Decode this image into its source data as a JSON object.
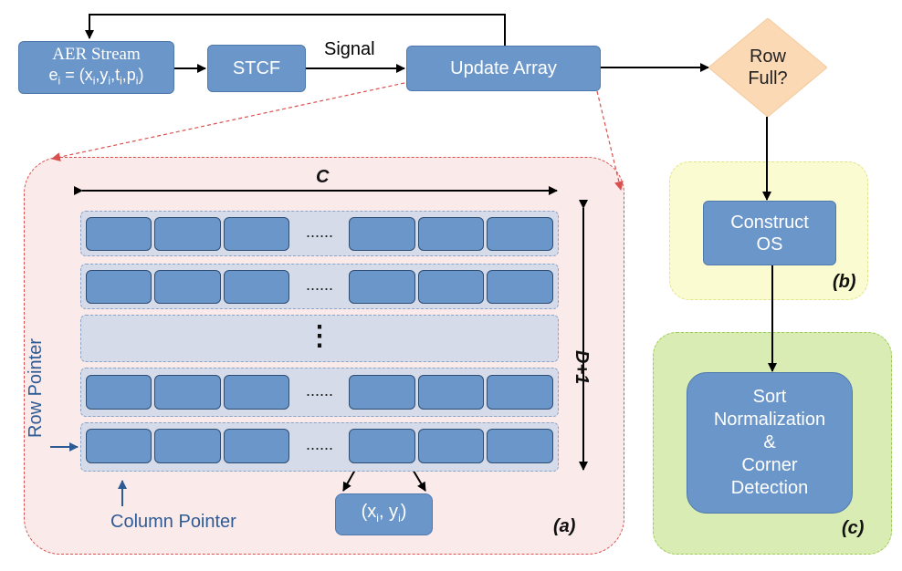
{
  "nodes": {
    "aer_title": "AER Stream",
    "aer_formula_prefix": "e",
    "aer_formula_sub": "i",
    "aer_formula_mid": " = (x",
    "aer_x_sub": "i",
    "aer_y": ",y",
    "aer_y_sub": "i",
    "aer_t": ",t",
    "aer_t_sub": "i",
    "aer_p": ",p",
    "aer_p_sub": "i",
    "aer_close": ")",
    "stcf": "STCF",
    "signal": "Signal",
    "update_array": "Update Array",
    "row_full_line1": "Row",
    "row_full_line2": "Full?",
    "construct_os_line1": "Construct",
    "construct_os_line2": "OS",
    "sort_lines": [
      "Sort",
      "Normalization",
      "&",
      "Corner",
      "Detection"
    ]
  },
  "array": {
    "width_label": "C",
    "height_label": "D+1",
    "row_pointer": "Row Pointer",
    "column_pointer": "Column Pointer",
    "hdots": "......",
    "vdots": "⋮",
    "coord_open": "(x",
    "coord_x_sub": "i",
    "coord_sep": ", y",
    "coord_y_sub": "i",
    "coord_close": ")"
  },
  "panels": {
    "a": "(a)",
    "b": "(b)",
    "c": "(c)"
  },
  "colors": {
    "node_blue": "#6b96c9",
    "diamond": "#fcd9b5",
    "region_a": "#fbeaea",
    "region_b": "#fbfbd2",
    "region_c": "#d9ecb3",
    "dashed_red": "#d9504f"
  }
}
